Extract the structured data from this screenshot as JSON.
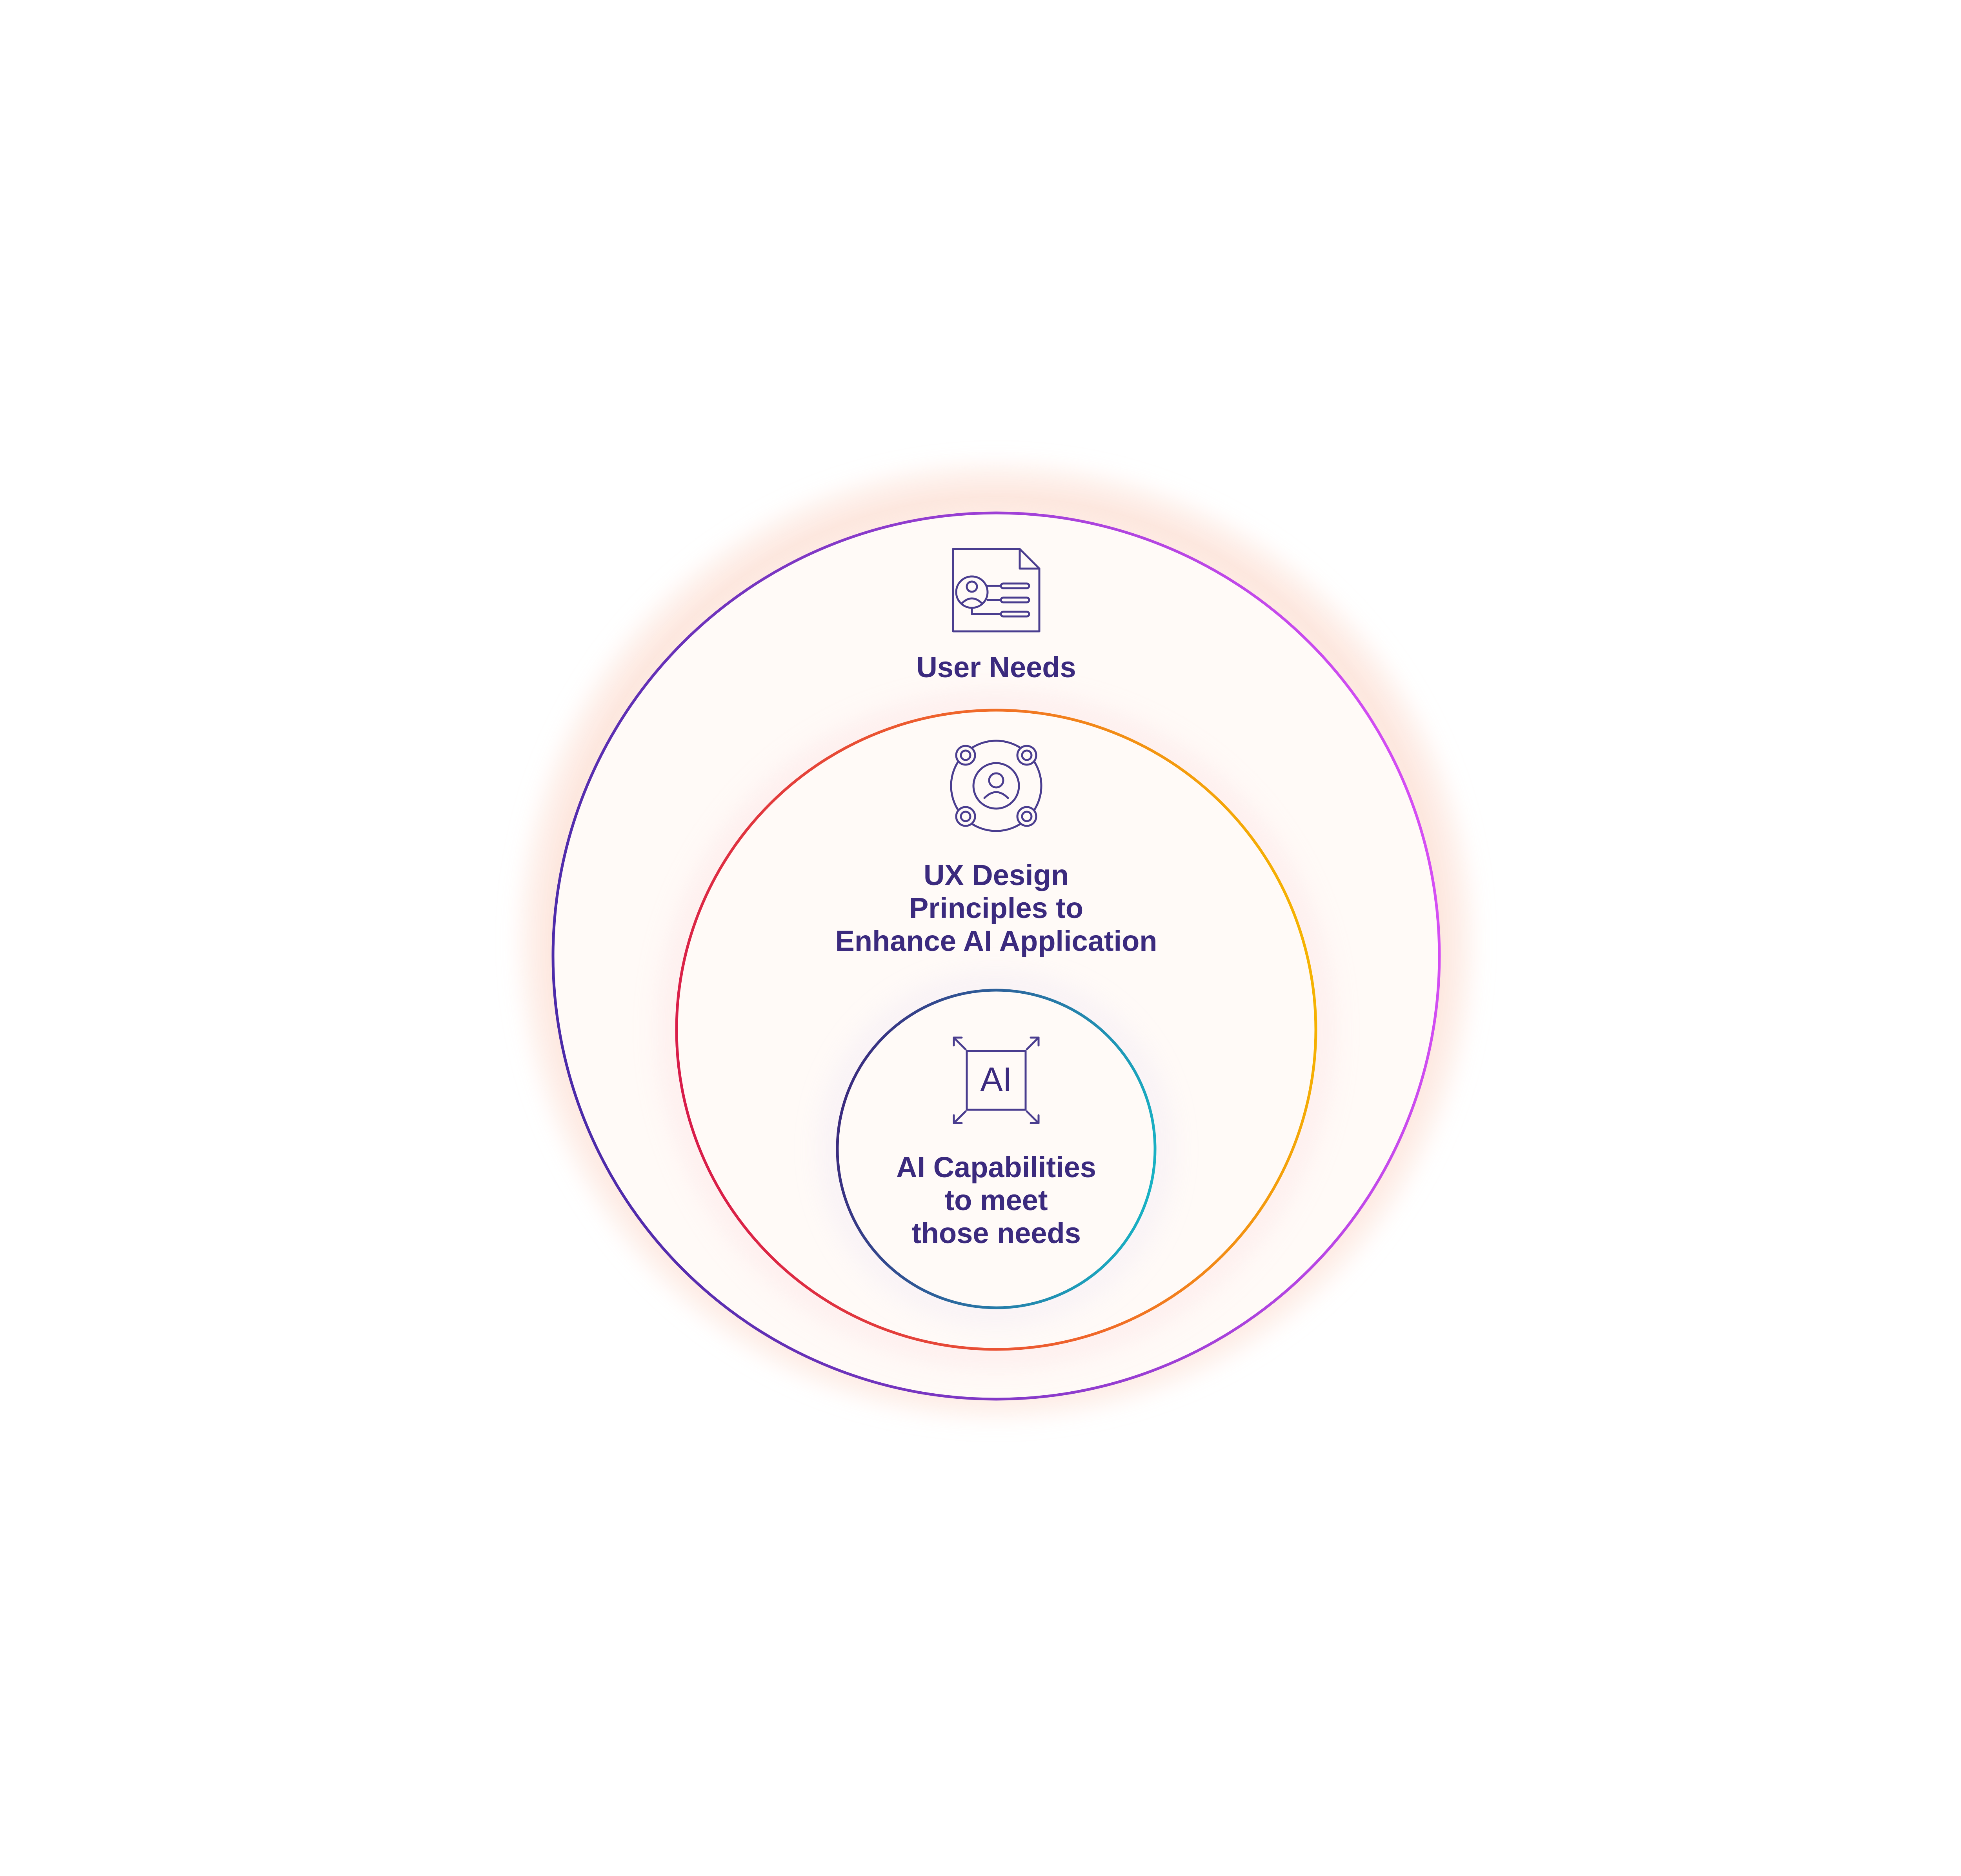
{
  "diagram": {
    "outer": {
      "label": "User Needs",
      "icon": "user-profile-document-icon"
    },
    "middle": {
      "label_lines": [
        "UX Design",
        "Principles to",
        "Enhance AI Application"
      ],
      "icon": "user-network-icon"
    },
    "inner": {
      "label_lines": [
        "AI Capabilities",
        "to meet",
        "those needs"
      ],
      "icon": "ai-chip-icon",
      "icon_text": "AI"
    },
    "colors": {
      "text": "#3b2a7e",
      "outer_ring_start": "#4a2aa8",
      "outer_ring_end": "#d64ef5",
      "middle_ring_start": "#d81b4a",
      "middle_ring_end": "#f5b400",
      "inner_ring_start": "#3b2a7e",
      "inner_ring_end": "#18b2c4",
      "glow": "#fdebe4",
      "fill": "#fffaf7",
      "icon_stroke": "#4a3d8f"
    }
  }
}
